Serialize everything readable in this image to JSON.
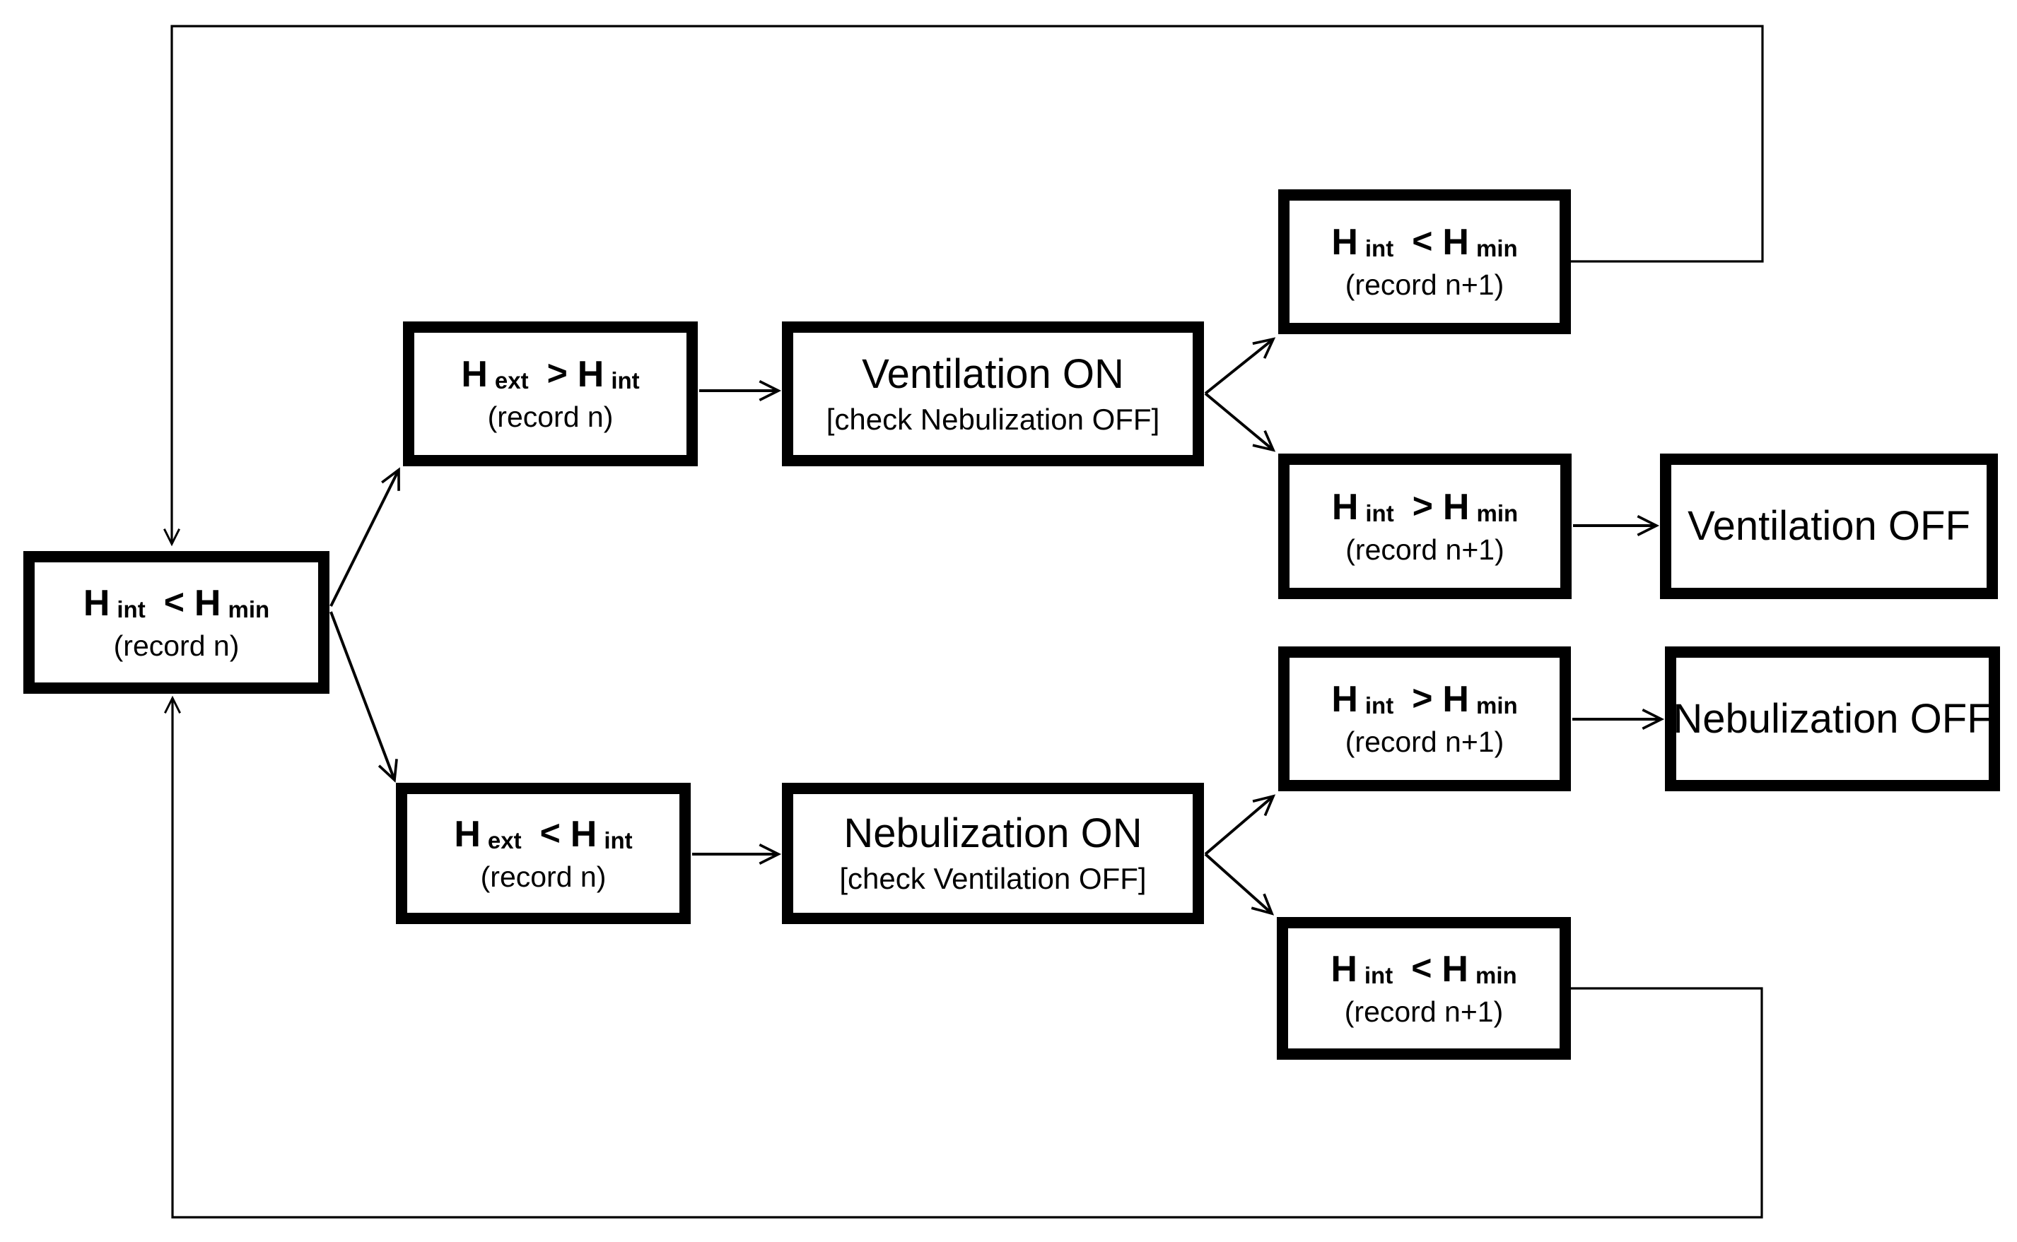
{
  "diagram": {
    "description": "Humidity control flowchart: internal humidity below minimum triggers ventilation or nebulization depending on external humidity, then loops back to the next record",
    "colors": {
      "background": "#ffffff",
      "box_fill": "#ffffff",
      "box_border": "#000000",
      "text": "#000000",
      "line": "#000000"
    },
    "nodes": [
      {
        "id": "h-int-lt-h-min-record-n",
        "type": "condition",
        "formula": {
          "lhs_var": "H",
          "lhs_sub": "int",
          "op": "<",
          "rhs_var": "H",
          "rhs_sub": "min"
        },
        "note": "(record n)"
      },
      {
        "id": "h-ext-gt-h-int-record-n",
        "type": "condition",
        "formula": {
          "lhs_var": "H",
          "lhs_sub": "ext",
          "op": ">",
          "rhs_var": "H",
          "rhs_sub": "int"
        },
        "note": "(record n)"
      },
      {
        "id": "ventilation-on",
        "type": "action",
        "title": "Ventilation ON",
        "note": "[check Nebulization OFF]"
      },
      {
        "id": "h-int-lt-h-min-record-n1-top",
        "type": "condition",
        "formula": {
          "lhs_var": "H",
          "lhs_sub": "int",
          "op": "<",
          "rhs_var": "H",
          "rhs_sub": "min"
        },
        "note": "(record n+1)"
      },
      {
        "id": "h-int-gt-h-min-record-n1-vent",
        "type": "condition",
        "formula": {
          "lhs_var": "H",
          "lhs_sub": "int",
          "op": ">",
          "rhs_var": "H",
          "rhs_sub": "min"
        },
        "note": "(record n+1)"
      },
      {
        "id": "ventilation-off",
        "type": "action",
        "title": "Ventilation OFF"
      },
      {
        "id": "h-ext-lt-h-int-record-n",
        "type": "condition",
        "formula": {
          "lhs_var": "H",
          "lhs_sub": "ext",
          "op": "<",
          "rhs_var": "H",
          "rhs_sub": "int"
        },
        "note": "(record n)"
      },
      {
        "id": "nebulization-on",
        "type": "action",
        "title": "Nebulization ON",
        "note": "[check Ventilation OFF]"
      },
      {
        "id": "h-int-gt-h-min-record-n1-neb",
        "type": "condition",
        "formula": {
          "lhs_var": "H",
          "lhs_sub": "int",
          "op": ">",
          "rhs_var": "H",
          "rhs_sub": "min"
        },
        "note": "(record n+1)"
      },
      {
        "id": "nebulization-off",
        "type": "action",
        "title": "Nebulization OFF"
      },
      {
        "id": "h-int-lt-h-min-record-n1-bottom",
        "type": "condition",
        "formula": {
          "lhs_var": "H",
          "lhs_sub": "int",
          "op": "<",
          "rhs_var": "H",
          "rhs_sub": "min"
        },
        "note": "(record n+1)"
      }
    ],
    "edges": [
      {
        "from": "h-int-lt-h-min-record-n",
        "to": "h-ext-gt-h-int-record-n",
        "style": "diagonal-arrow"
      },
      {
        "from": "h-int-lt-h-min-record-n",
        "to": "h-ext-lt-h-int-record-n",
        "style": "diagonal-arrow"
      },
      {
        "from": "h-ext-gt-h-int-record-n",
        "to": "ventilation-on",
        "style": "straight-arrow"
      },
      {
        "from": "ventilation-on",
        "to": "h-int-lt-h-min-record-n1-top",
        "style": "diagonal-arrow"
      },
      {
        "from": "ventilation-on",
        "to": "h-int-gt-h-min-record-n1-vent",
        "style": "diagonal-arrow"
      },
      {
        "from": "h-int-gt-h-min-record-n1-vent",
        "to": "ventilation-off",
        "style": "straight-arrow"
      },
      {
        "from": "h-ext-lt-h-int-record-n",
        "to": "nebulization-on",
        "style": "straight-arrow"
      },
      {
        "from": "nebulization-on",
        "to": "h-int-gt-h-min-record-n1-neb",
        "style": "diagonal-arrow"
      },
      {
        "from": "nebulization-on",
        "to": "h-int-lt-h-min-record-n1-bottom",
        "style": "diagonal-arrow"
      },
      {
        "from": "h-int-gt-h-min-record-n1-neb",
        "to": "nebulization-off",
        "style": "straight-arrow"
      },
      {
        "from": "h-int-lt-h-min-record-n1-top",
        "to": "h-int-lt-h-min-record-n",
        "style": "feedback-loop-top"
      },
      {
        "from": "h-int-lt-h-min-record-n1-bottom",
        "to": "h-int-lt-h-min-record-n",
        "style": "feedback-loop-bottom"
      }
    ]
  }
}
